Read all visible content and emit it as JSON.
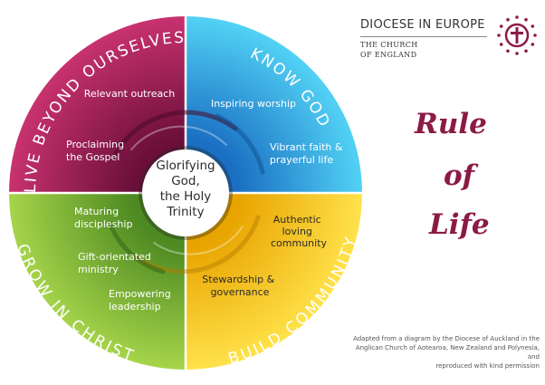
{
  "diagram": {
    "center": [
      "Glorifying",
      "God,",
      "the Holy",
      "Trinity"
    ],
    "quadrants": {
      "top_left": {
        "title": "LIVE BEYOND OURSELVES",
        "items": [
          [
            "Relevant outreach"
          ],
          [
            "Proclaiming",
            "the Gospel"
          ]
        ],
        "color": "#9b1f52"
      },
      "top_right": {
        "title": "KNOW GOD",
        "items": [
          [
            "Inspiring worship"
          ],
          [
            "Vibrant faith &",
            "prayerful life"
          ]
        ],
        "color": "#2aa9e2"
      },
      "bottom_left": {
        "title": "GROW IN CHRIST",
        "items": [
          [
            "Maturing",
            "discipleship"
          ],
          [
            "Gift-orientated",
            "ministry"
          ],
          [
            "Empowering",
            "leadership"
          ]
        ],
        "color": "#6fa52e"
      },
      "bottom_right": {
        "title": "BUILD COMMUNITY",
        "items": [
          [
            "Authentic",
            "loving",
            "community"
          ],
          [
            "Stewardship &",
            "governance"
          ]
        ],
        "color": "#f2c200"
      }
    }
  },
  "logo": {
    "title": "DIOCESE IN EUROPE",
    "subtitle_1": "THE CHURCH",
    "subtitle_2": "OF ENGLAND",
    "icon": "cross-circle-stars-icon",
    "color": "#8c1a45"
  },
  "heading": {
    "words": [
      "Rule",
      "of",
      "Life"
    ],
    "color": "#8c1a45"
  },
  "credit": {
    "lines": [
      "Adapted from a diagram by the Diocese of Auckland in the",
      "Anglican Church of Aotearoa, New Zealand and Polynesia, and",
      "reproduced with kind permission"
    ]
  }
}
